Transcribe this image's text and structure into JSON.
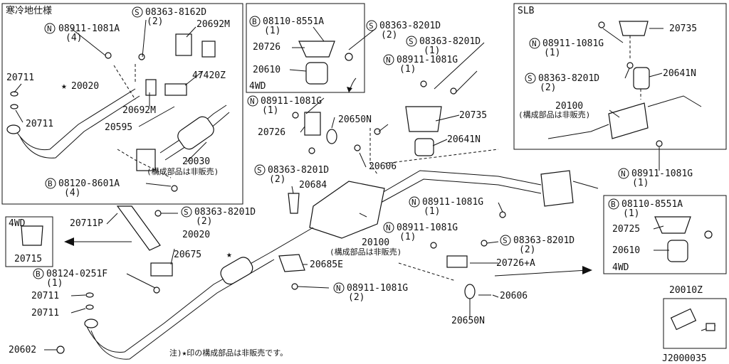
{
  "labels": {
    "cold_spec": "寒冷地仕様",
    "p20711a": "20711",
    "p20711b": "20711",
    "n08911_1081a": "08911-1081A",
    "n08911_1081a_qty": "(4)",
    "s08363_8162d": "08363-8162D",
    "s08363_8162d_qty": "(2)",
    "p20692m_top": "20692M",
    "p47420z": "47420Z",
    "star20020": "20020",
    "p20692m_mid": "20692M",
    "p20595": "20595",
    "p20030": "20030",
    "not_sold_1": "(構成部品は非販売)",
    "b08120_8601a": "08120-8601A",
    "b08120_8601a_qty": "(4)",
    "b08110_8551a": "08110-8551A",
    "b08110_8551a_qty": "(1)",
    "p20726_top": "20726",
    "p20610_top": "20610",
    "fwd_4wd_top": "4WD",
    "s08363_8201d_a": "08363-8201D",
    "s08363_8201d_a_qty": "(2)",
    "s08363_8201d_b": "08363-8201D",
    "s08363_8201d_b_qty": "(1)",
    "n08911_1081g_a": "08911-1081G",
    "n08911_1081g_a_qty": "(1)",
    "n08911_1081g_b": "08911-1081G",
    "n08911_1081g_b_qty": "(1)",
    "p20735_mid": "20735",
    "p20650n_top": "20650N",
    "p20726_mid": "20726",
    "p20641n_mid": "20641N",
    "p20606_mid": "20606",
    "s08363_8201d_c": "08363-8201D",
    "s08363_8201d_c_qty": "(2)",
    "p20684": "20684",
    "n08911_1081g_c": "08911-1081G",
    "n08911_1081g_c_qty": "(1)",
    "n08911_1081g_d": "08911-1081G",
    "n08911_1081g_d_qty": "(1)",
    "p20100_mid": "20100",
    "not_sold_2": "(構成部品は非販売)",
    "s08363_8201d_d": "08363-8201D",
    "s08363_8201d_d_qty": "(2)",
    "p20726a": "20726+A",
    "p20685e": "20685E",
    "n08911_1081g_e": "08911-1081G",
    "n08911_1081g_e_qty": "(2)",
    "p20606_bot": "20606",
    "p20650n_bot": "20650N",
    "fwd_4wd_left": "4WD",
    "p20715": "20715",
    "p20711p": "20711P",
    "s08363_8201d_e": "08363-8201D",
    "s08363_8201d_e_qty": "(2)",
    "p20020": "20020",
    "p20675": "20675",
    "b08124_0251f": "08124-0251F",
    "b08124_0251f_qty": "(1)",
    "p20711c": "20711",
    "p20711d": "20711",
    "p20602": "20602",
    "note": "注)★印の構成部品は非販売です。",
    "slb": "SLB",
    "p20735_slb": "20735",
    "n08911_1081g_slb": "08911-1081G",
    "n08911_1081g_slb_qty": "(1)",
    "s08363_8201d_slb": "08363-8201D",
    "s08363_8201d_slb_qty": "(2)",
    "p20641n_slb": "20641N",
    "p20100_slb": "20100",
    "not_sold_3": "(構成部品は非販売)",
    "n08911_1081g_slb2": "08911-1081G",
    "n08911_1081g_slb2_qty": "(1)",
    "b08110_8551a_r": "08110-8551A",
    "b08110_8551a_r_qty": "(1)",
    "p20725": "20725",
    "p20610_r": "20610",
    "fwd_4wd_r": "4WD",
    "p20010z": "20010Z",
    "diagram_id": "J2000035"
  },
  "symbols": {
    "star": "★",
    "N": "N",
    "S": "S",
    "B": "B"
  },
  "icons": [
    "arrow-icon",
    "nut-icon",
    "bolt-icon",
    "muffler-shape",
    "pipe-shape"
  ]
}
